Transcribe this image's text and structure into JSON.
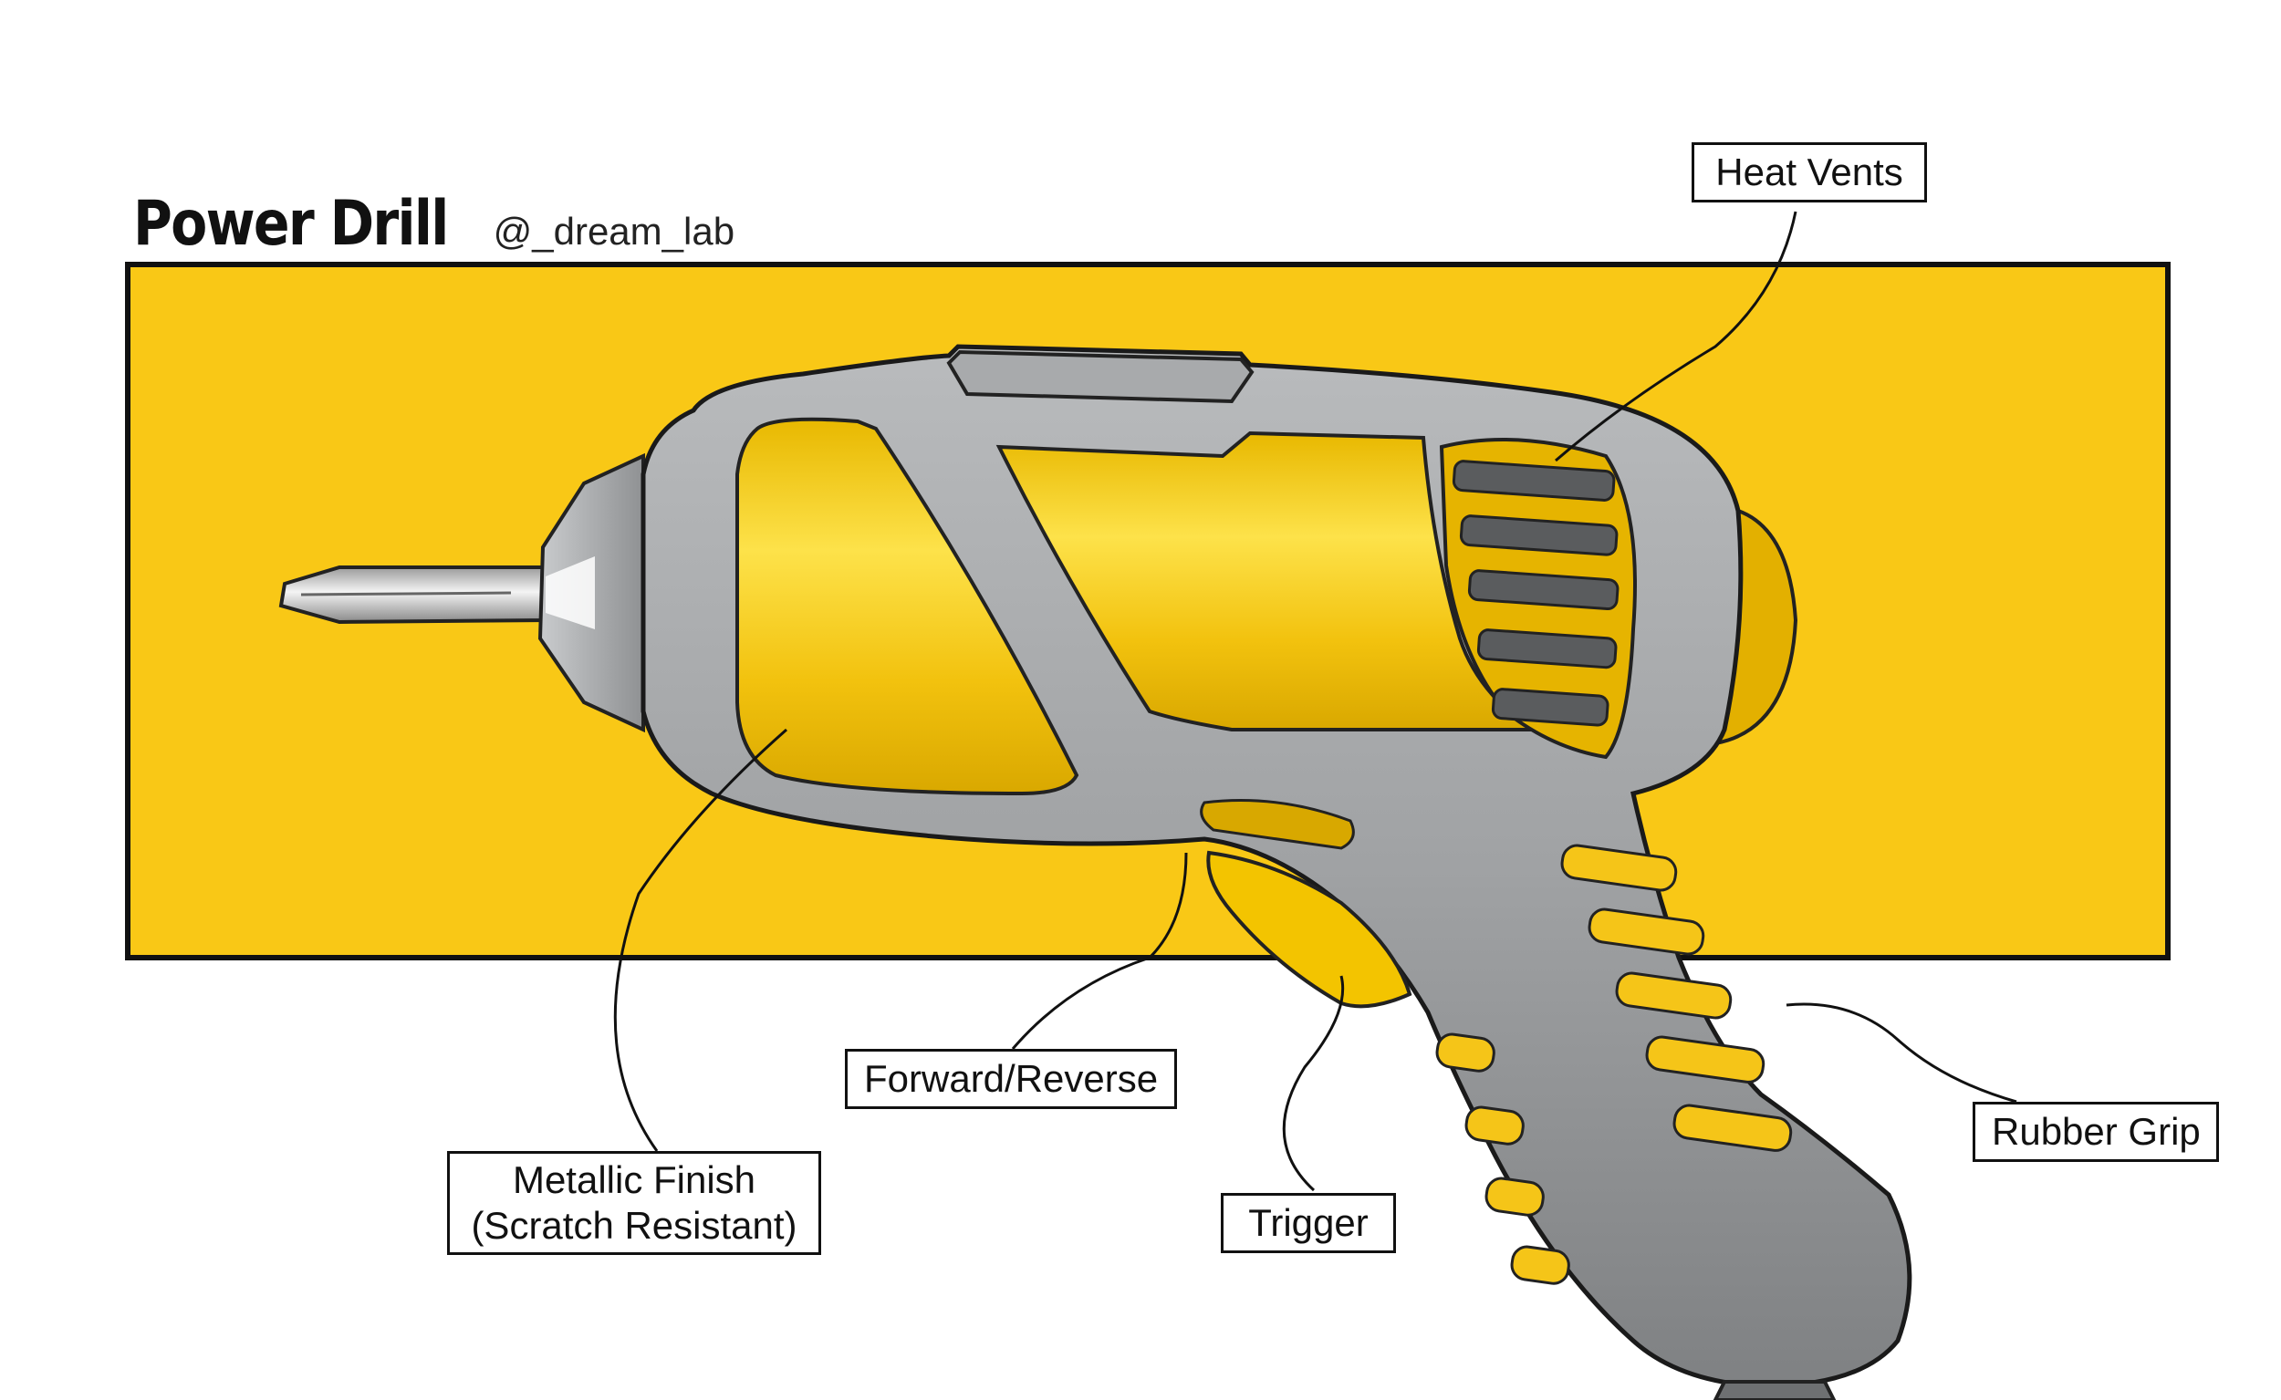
{
  "header": {
    "title": "Power Drill",
    "handle": "@_dream_lab"
  },
  "labels": {
    "heat_vents": "Heat Vents",
    "forward_reverse": "Forward/Reverse",
    "metallic_finish_line1": "Metallic Finish",
    "metallic_finish_line2": "(Scratch Resistant)",
    "trigger": "Trigger",
    "rubber_grip": "Rubber Grip"
  },
  "colors": {
    "panel": "#F9C816",
    "body_gray": "#9C9EA0",
    "vent_dark": "#5A5C5E",
    "outline": "#1A1A1A"
  }
}
